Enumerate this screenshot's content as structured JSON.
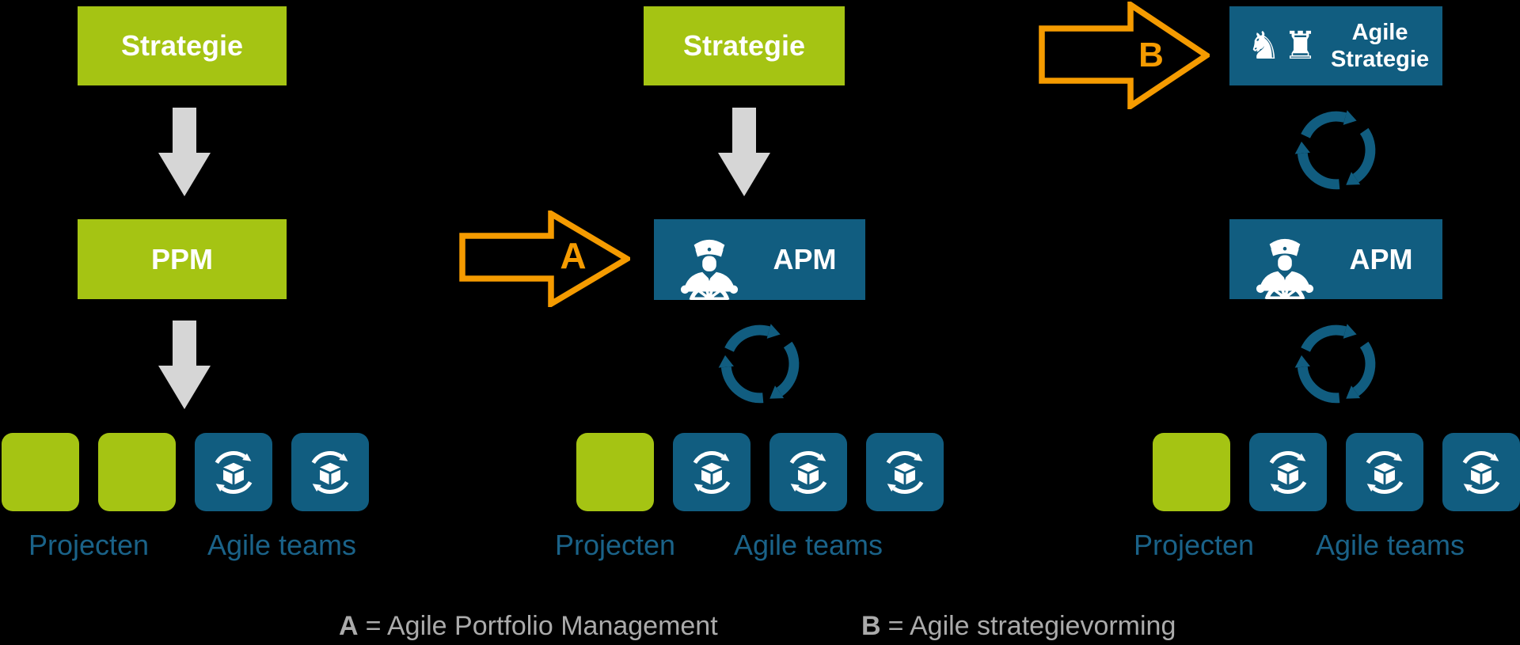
{
  "colors": {
    "green": "#a5c413",
    "blue": "#115d80",
    "orange": "#f59b00",
    "arrow_gray": "#d6d6d6",
    "label_blue": "#1a6288",
    "legend_gray": "#ababab",
    "white": "#ffffff",
    "background": "#000000"
  },
  "icons": {
    "knight": "♞",
    "rook": "♜",
    "captain": "captain-at-helm",
    "team_square": "package-cycle",
    "cycle": "circular-arrows"
  },
  "columns": [
    {
      "name": "traditional",
      "top_box": "Strategie",
      "mid_box": "PPM",
      "row_items": [
        "project",
        "project",
        "team",
        "team"
      ],
      "projects_label": "Projecten",
      "teams_label": "Agile teams"
    },
    {
      "name": "agile-portfolio-management",
      "top_box": "Strategie",
      "mid_box": "APM",
      "callout": "A",
      "row_items": [
        "project",
        "team",
        "team",
        "team"
      ],
      "projects_label": "Projecten",
      "teams_label": "Agile teams"
    },
    {
      "name": "agile-strategievorming",
      "top_box_line1": "Agile",
      "top_box_line2": "Strategie",
      "mid_box": "APM",
      "callout": "B",
      "row_items": [
        "project",
        "team",
        "team",
        "team"
      ],
      "projects_label": "Projecten",
      "teams_label": "Agile teams"
    }
  ],
  "legend": {
    "a_key": "A",
    "a_text": "= Agile Portfolio Management",
    "b_key": "B",
    "b_text": "= Agile strategievorming"
  }
}
